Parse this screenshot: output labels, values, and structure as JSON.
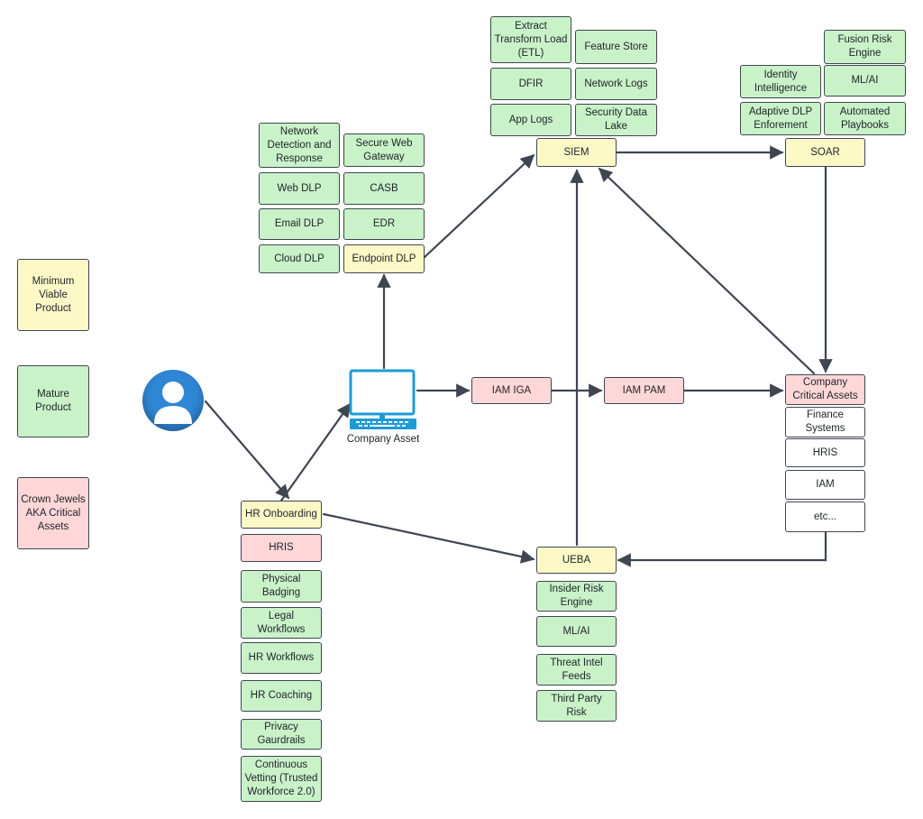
{
  "legend": {
    "mvp": "Minimum Viable Product",
    "mature": "Mature Product",
    "crown": "Crown Jewels AKA Critical Assets"
  },
  "data_sources": {
    "etl": "Extract Transform Load (ETL)",
    "feature_store": "Feature Store",
    "dfir": "DFIR",
    "network_logs": "Network Logs",
    "app_logs": "App Logs",
    "security_data_lake": "Security Data Lake"
  },
  "soar_features": {
    "fusion_risk": "Fusion Risk Engine",
    "identity_intel": "Identity Intelligence",
    "ml_ai": "ML/AI",
    "adaptive_dlp": "Adaptive DLP Enforement",
    "automated_playbooks": "Automated Playbooks"
  },
  "endpoint_controls": {
    "ndr": "Network Detection and Response",
    "swg": "Secure Web Gateway",
    "web_dlp": "Web DLP",
    "casb": "CASB",
    "email_dlp": "Email DLP",
    "edr": "EDR",
    "cloud_dlp": "Cloud DLP",
    "endpoint_dlp": "Endpoint DLP"
  },
  "core": {
    "siem": "SIEM",
    "soar": "SOAR",
    "iam_iga": "IAM IGA",
    "iam_pam": "IAM PAM",
    "ueba": "UEBA",
    "company_asset": "Company Asset"
  },
  "critical_assets": {
    "header": "Company Critical Assets",
    "items": [
      "Finance Systems",
      "HRIS",
      "IAM",
      "etc..."
    ]
  },
  "hr": {
    "onboarding": "HR Onboarding",
    "hris": "HRIS",
    "items": [
      "Physical Badging",
      "Legal Workflows",
      "HR Workflows",
      "HR Coaching",
      "Privacy Gaurdrails",
      "Continuous Vetting (Trusted Workforce 2.0)"
    ]
  },
  "ueba_features": {
    "items": [
      "Insider Risk Engine",
      "ML/AI",
      "Threat Intel Feeds",
      "Third Party Risk"
    ]
  },
  "colors": {
    "mvp_yellow": "#fdf9c7",
    "mature_green": "#c9f2c9",
    "crown_pink": "#ffd7d8",
    "line": "#3f4651",
    "person_blue": "#2f86d4",
    "laptop_blue": "#1d9bd6"
  },
  "icons": {
    "user": "user-avatar-icon",
    "laptop": "laptop-icon"
  }
}
